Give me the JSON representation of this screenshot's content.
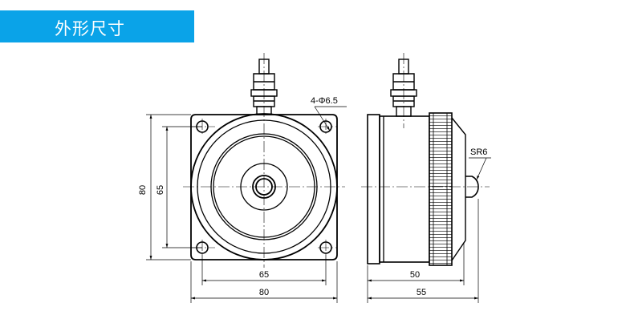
{
  "header": {
    "title": "外形尺寸"
  },
  "dimensions": {
    "holes": "4-Φ6.5",
    "front_height_outer": "80",
    "front_height_inner": "65",
    "front_width_inner": "65",
    "front_width_outer": "80",
    "side_sphere": "SR6",
    "side_depth_body": "50",
    "side_depth_total": "55"
  },
  "colors": {
    "header": "#0aa3e8",
    "line": "#000000"
  }
}
